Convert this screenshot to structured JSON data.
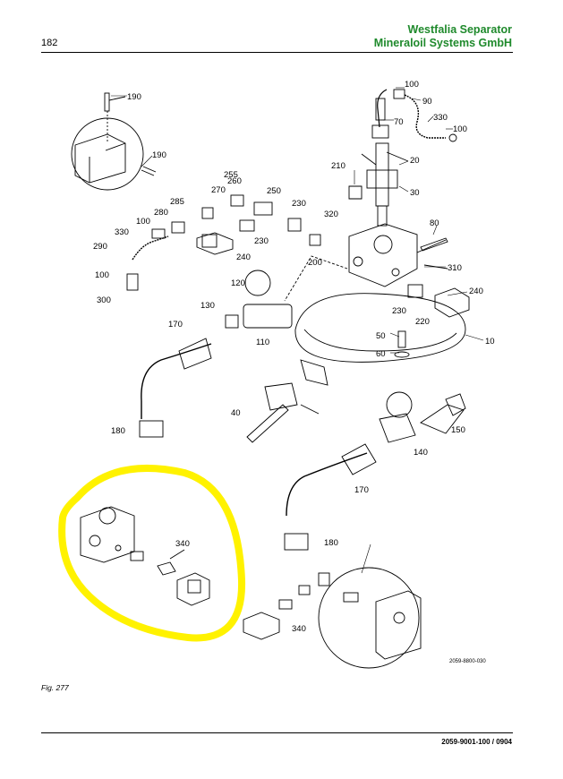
{
  "header": {
    "page_number": "182",
    "company_line1": "Westfalia Separator",
    "company_line2": "Mineraloil Systems GmbH"
  },
  "drawing": {
    "drawing_number": "2059-8800-030",
    "callouts": {
      "c100a": "100",
      "c90": "90",
      "c70": "70",
      "c330a": "330",
      "c100b": "100",
      "c190a": "190",
      "c190b": "190",
      "c210": "210",
      "c20": "20",
      "c30": "30",
      "c270": "270",
      "c260": "260",
      "c255": "255",
      "c250": "250",
      "c285": "285",
      "c280": "280",
      "c100c": "100",
      "c330b": "330",
      "c290": "290",
      "c100d": "100",
      "c300": "300",
      "c240a": "240",
      "c230a": "230",
      "c230b": "230",
      "c320": "320",
      "c200": "200",
      "c80": "80",
      "c310": "310",
      "c240b": "240",
      "c230c": "230",
      "c220": "220",
      "c120": "120",
      "c130": "130",
      "c110": "110",
      "c170a": "170",
      "c50": "50",
      "c60": "60",
      "c10": "10",
      "c180a": "180",
      "c40": "40",
      "c150": "150",
      "c140": "140",
      "c170b": "170",
      "c180b": "180",
      "c340a": "340",
      "c340b": "340"
    }
  },
  "footer": {
    "figure_caption": "Fig. 277",
    "doc_number": "2059-9001-100 / 0904"
  },
  "colors": {
    "brand_green": "#1f8a2c",
    "highlight": "#fff200"
  }
}
